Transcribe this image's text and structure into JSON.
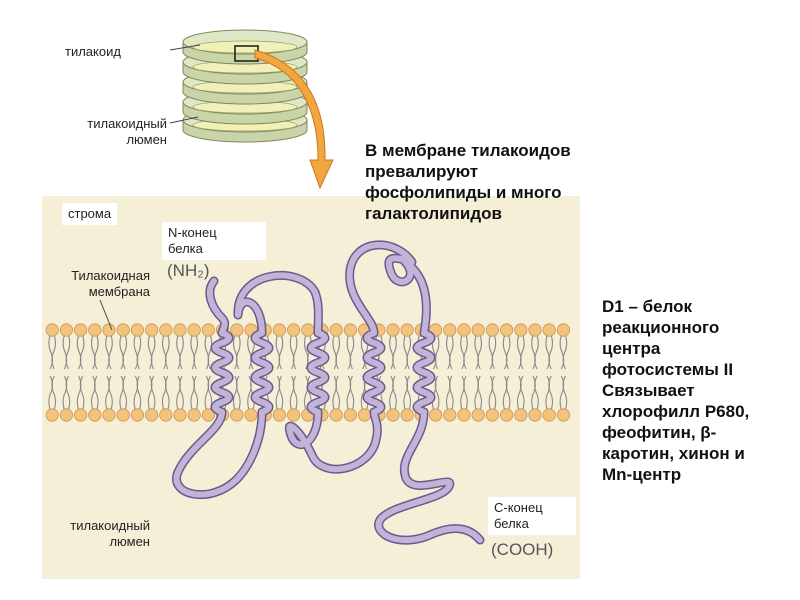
{
  "labels": {
    "thylakoid": "тилакоид",
    "lumen_top_line1": "тилакоидный",
    "lumen_top_line2": "люмен",
    "stroma": "строма",
    "membrane_line1": "Тилакоидная",
    "membrane_line2": "мембрана",
    "lumen_bottom_line1": "тилакоидный",
    "lumen_bottom_line2": "люмен",
    "n_term_line1": "N-конец",
    "n_term_line2": "белка",
    "n_term_formula": "(NH₂)",
    "c_term_line1": "C-конец",
    "c_term_line2": "белка",
    "c_term_formula": "(COOH)"
  },
  "headline": {
    "line1": "В мембране тилакоидов",
    "line2": "превалируют",
    "line3": "фосфолипиды и много",
    "line4": "галактолипидов"
  },
  "side_text": {
    "line1": "D1 – белок",
    "line2": "реакционного",
    "line3": "центра",
    "line4": "фотосистемы II",
    "line5": "Связывает",
    "line6": "хлорофилл Р680,",
    "line7": "феофитин, β-",
    "line8": "каротин, хинон и",
    "line9": "Mn-центр"
  },
  "colors": {
    "panel_bg": "#f6efd8",
    "lipid_head": "#f2c37e",
    "lipid_head_stroke": "#c8934a",
    "lipid_tail": "#8a8a8a",
    "protein_fill": "#c2b3d8",
    "protein_stroke": "#6b5a8c",
    "disk_fill": "#dfe8c6",
    "disk_edge": "#7e8a5a",
    "arrow_fill": "#f3a63f",
    "arrow_stroke": "#c67a1c"
  },
  "icons": {
    "pointer": "orange-curved-arrow-icon",
    "protein": "protein-chain-icon",
    "granum": "thylakoid-stack-icon"
  }
}
